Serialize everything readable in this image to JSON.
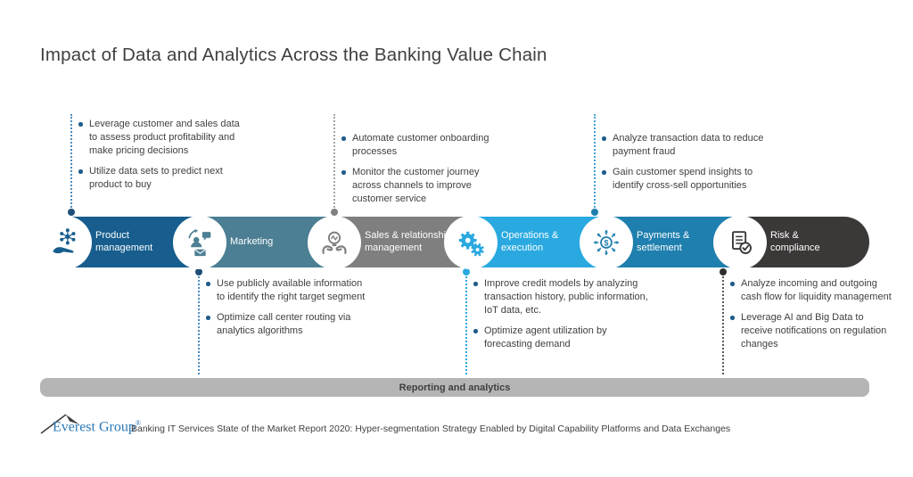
{
  "title": "Impact of Data and Analytics Across the Banking Value Chain",
  "value_chain": {
    "stages": [
      {
        "label": "Product management",
        "color": "#175E8E",
        "icon": "hand-molecule-icon"
      },
      {
        "label": "Marketing",
        "color": "#4C7F93",
        "icon": "customer-engagement-icon"
      },
      {
        "label": "Sales & relationship management",
        "color": "#7F7F7F",
        "icon": "hands-lightbulb-icon"
      },
      {
        "label": "Operations & execution",
        "color": "#29A9E0",
        "icon": "gears-icon"
      },
      {
        "label": "Payments & settlement",
        "color": "#1F7FAE",
        "icon": "dollar-network-icon"
      },
      {
        "label": "Risk & compliance",
        "color": "#3B3838",
        "icon": "document-check-icon"
      }
    ]
  },
  "callouts_top": [
    {
      "stage": "Product management",
      "line_color": "#4C8CBF",
      "dot_color": "#1F4E79",
      "items": [
        "Leverage customer and sales data to assess product profitability and make pricing decisions",
        "Utilize data sets to predict next product to buy"
      ]
    },
    {
      "stage": "Sales & relationship management",
      "line_color": "#A6A6A6",
      "dot_color": "#808080",
      "items": [
        "Automate customer onboarding processes",
        "Monitor the customer journey across channels to improve customer service"
      ]
    },
    {
      "stage": "Payments & settlement",
      "line_color": "#41A1D8",
      "dot_color": "#1F7FAE",
      "items": [
        "Analyze transaction data to reduce payment fraud",
        "Gain customer spend insights to identify cross-sell opportunities"
      ]
    }
  ],
  "callouts_bottom": [
    {
      "stage": "Marketing",
      "line_color": "#4C8CBF",
      "dot_color": "#1F4E79",
      "items": [
        "Use publicly available information to identify the right target segment",
        "Optimize call center routing via analytics algorithms"
      ]
    },
    {
      "stage": "Operations & execution",
      "line_color": "#29A9E0",
      "dot_color": "#29A9E0",
      "items": [
        "Improve credit models by analyzing transaction history, public information, IoT data, etc.",
        "Optimize agent utilization by forecasting demand"
      ]
    },
    {
      "stage": "Risk & compliance",
      "line_color": "#595959",
      "dot_color": "#2E2E2E",
      "items": [
        "Analyze incoming and outgoing cash flow for liquidity management",
        "Leverage AI and Big Data to receive notifications on regulation changes"
      ]
    }
  ],
  "reporting_bar": {
    "label": "Reporting and analytics",
    "bg_color": "#B5B5B5",
    "text_color": "#3F3F3F"
  },
  "footer": {
    "logo_text": "Everest Group",
    "registered_mark": "®",
    "source_text": "Banking IT Services State of the Market Report 2020: Hyper-segmentation Strategy Enabled by Digital Capability Platforms and Data Exchanges"
  },
  "colors": {
    "bullet": "#1F5C8B",
    "body_text": "#404040",
    "title_text": "#3F3F3F",
    "logo_blue": "#2C7AB8"
  }
}
